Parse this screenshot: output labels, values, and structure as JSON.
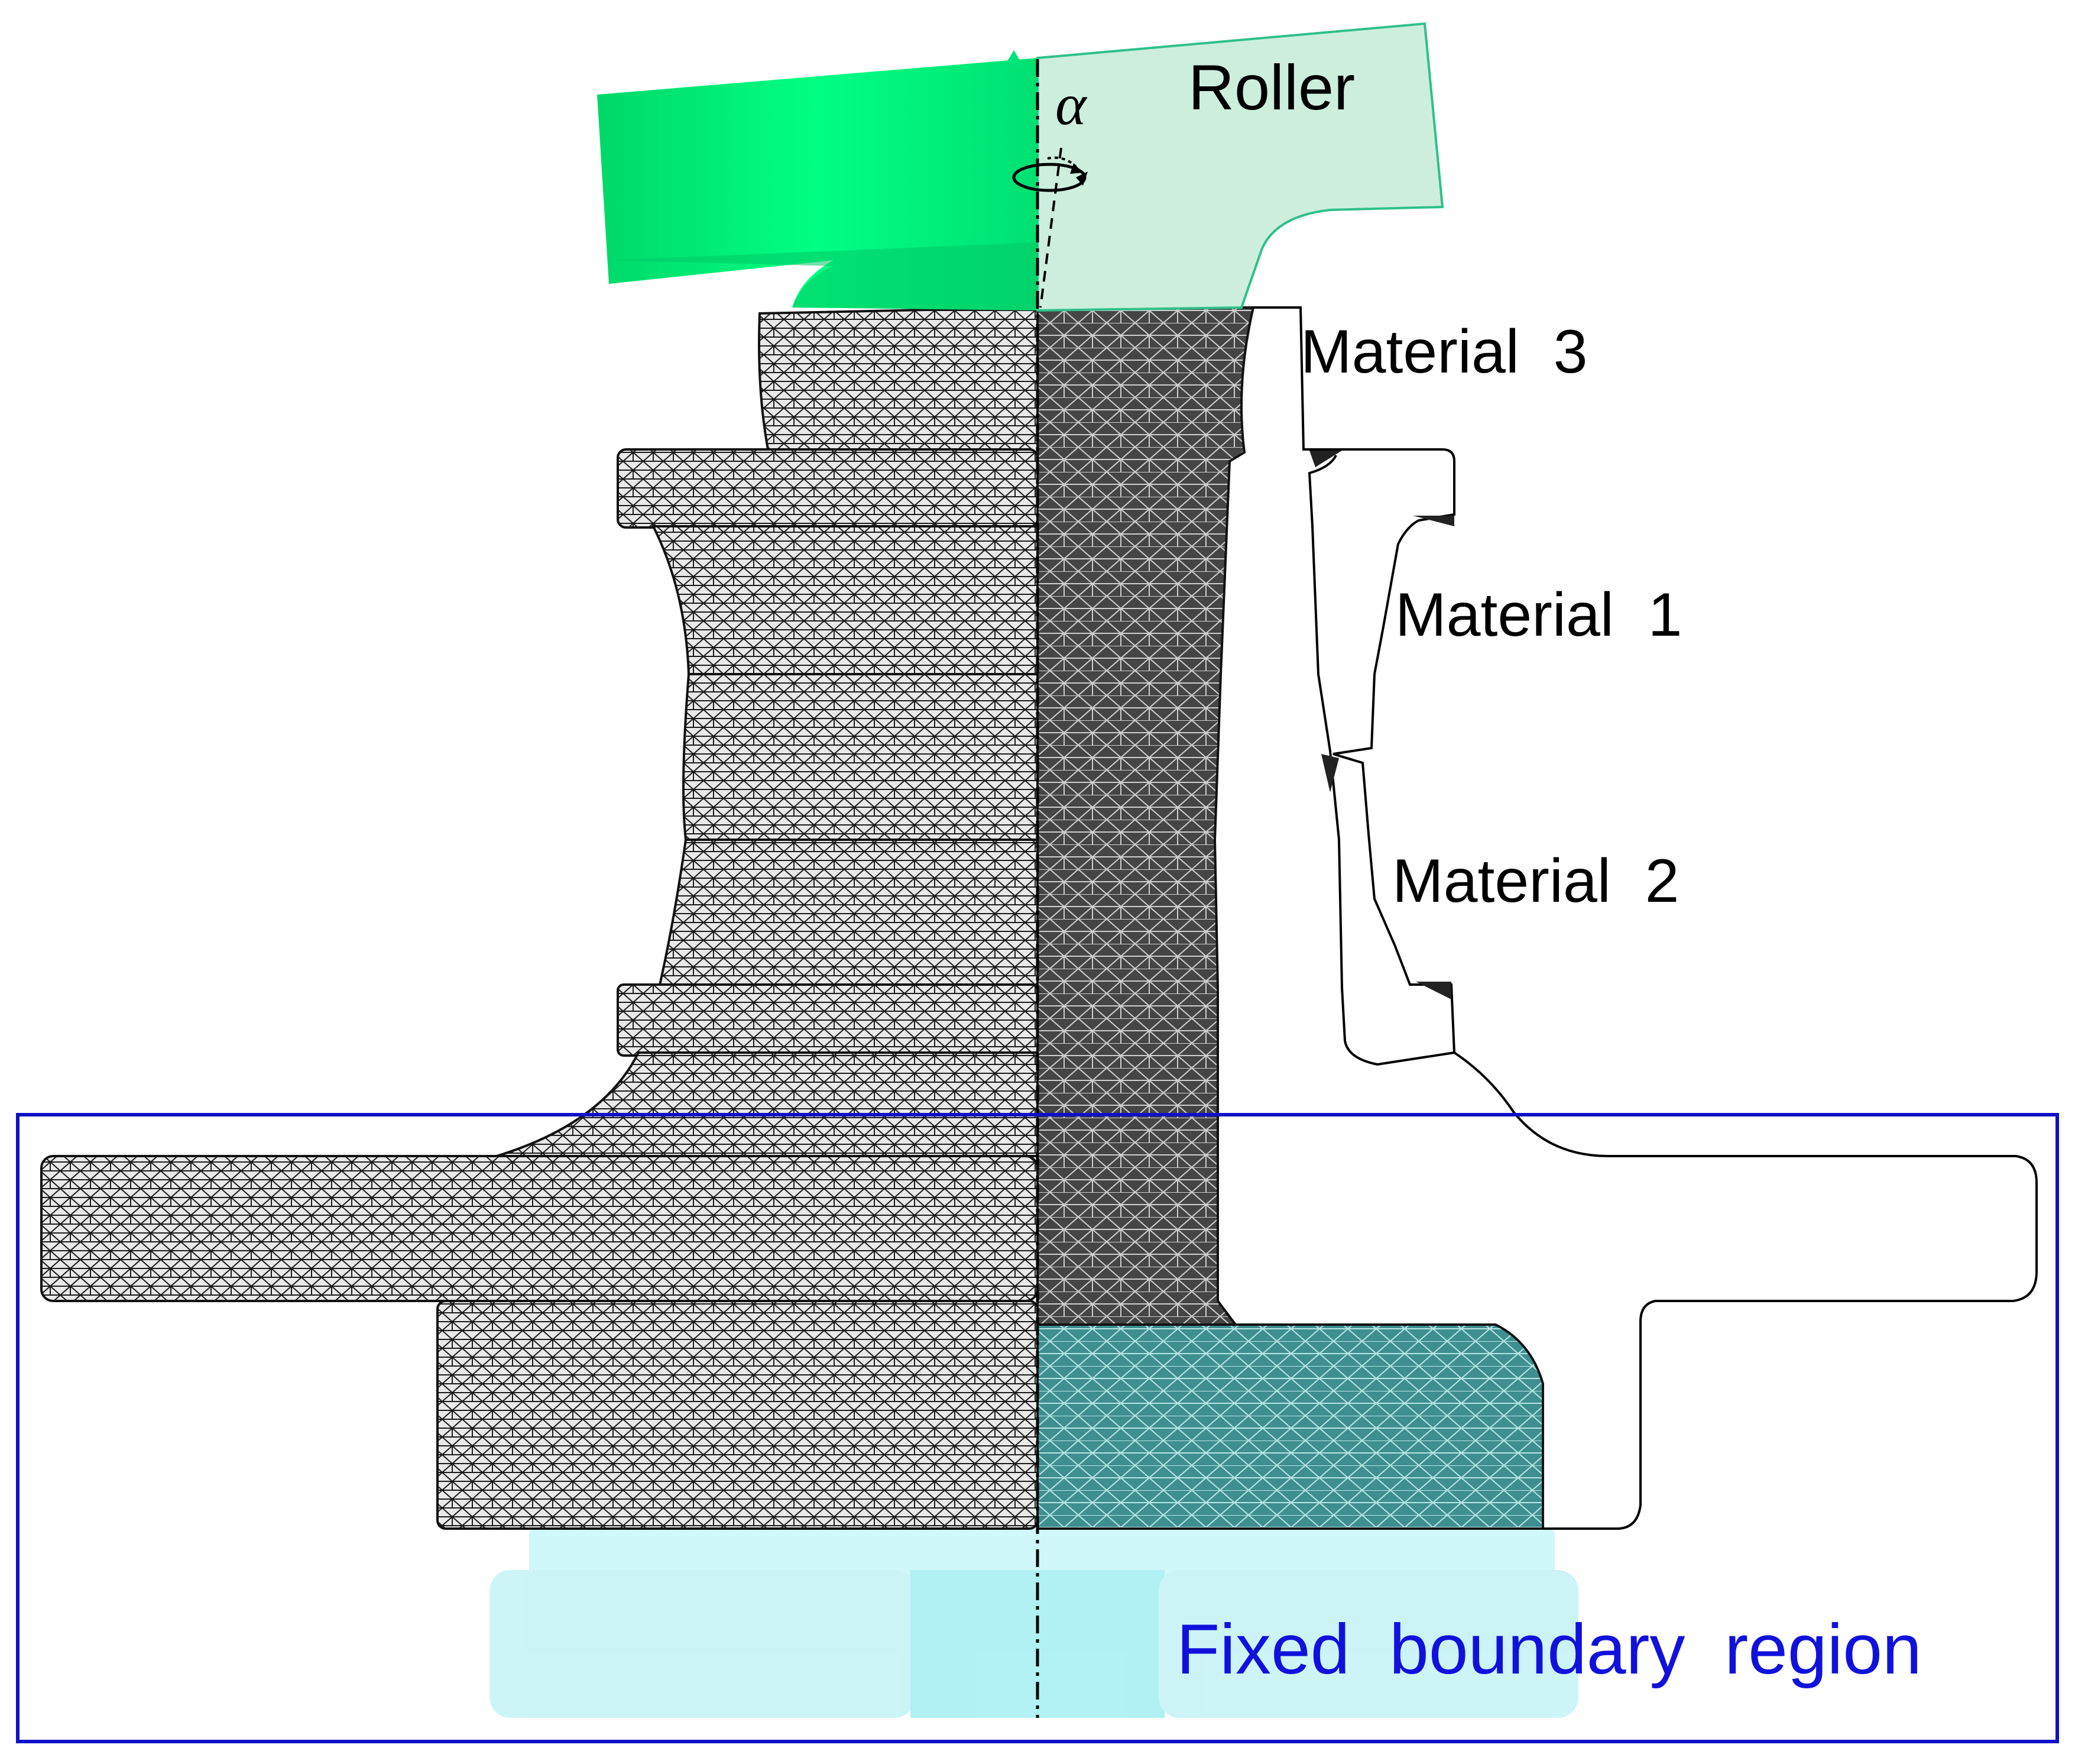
{
  "labels": {
    "roller": "Roller",
    "alpha": "α",
    "material_3": "Material  3",
    "material_1": "Material  1",
    "material_2": "Material  2",
    "fixed_region": "Fixed  boundary  region"
  },
  "colors": {
    "roller_green": "#00f07a",
    "roller_ghost": "#cbeedd",
    "mesh_light": "#e6e6e6",
    "mesh_dark": "#4a4a4a",
    "fixture_cyan": "#bff3f7",
    "boundary_box": "#1010c8",
    "label_text": "#000000",
    "fixed_region_text": "#1111dd"
  }
}
